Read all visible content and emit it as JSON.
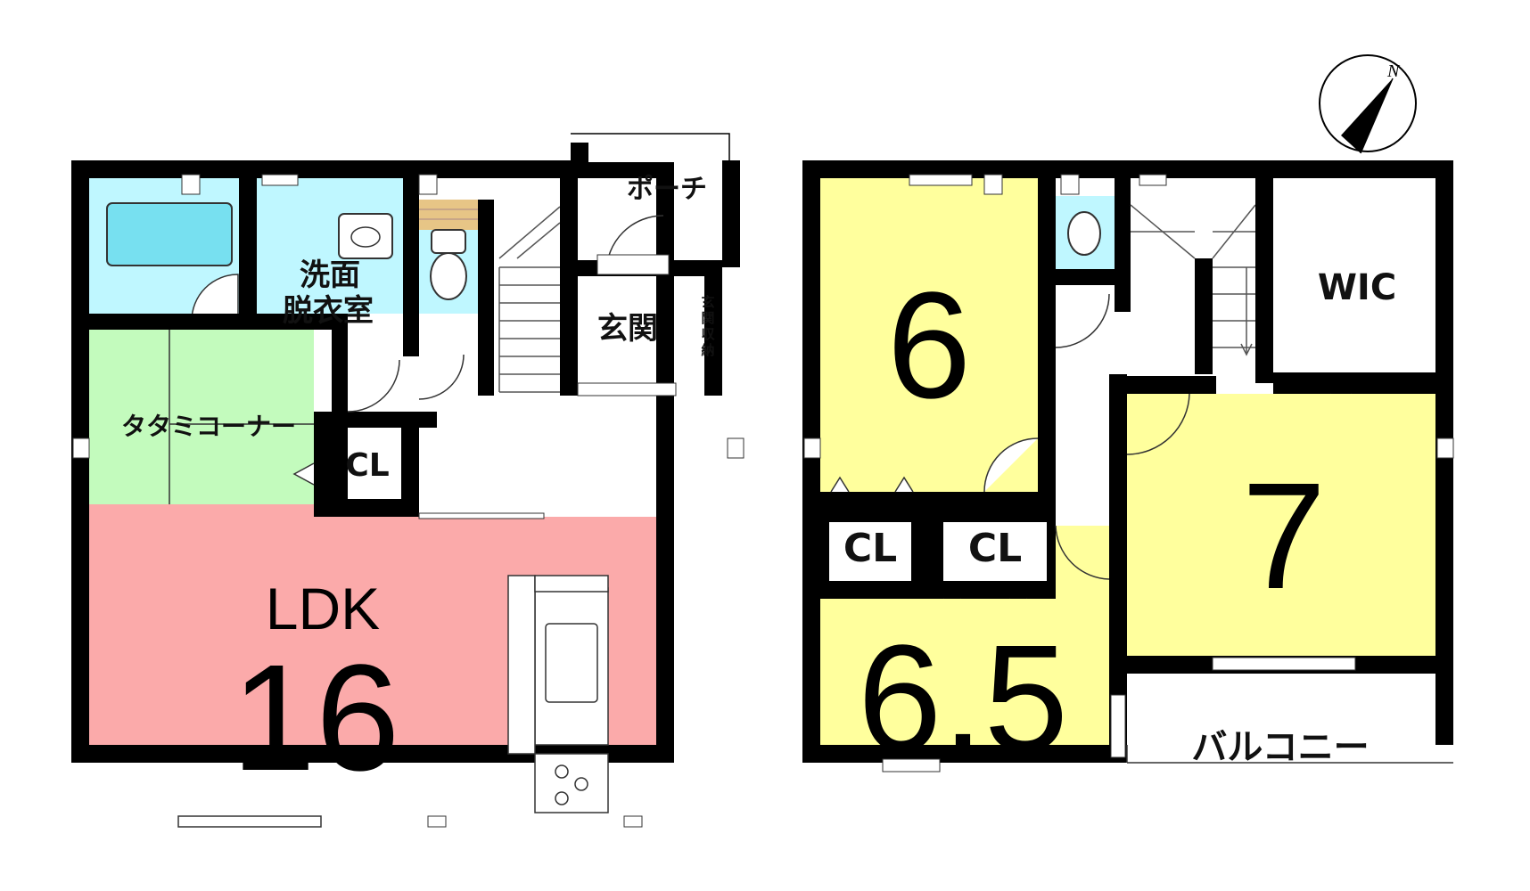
{
  "floor1": {
    "porch": "ポーチ",
    "genkan": "玄関",
    "genkan_storage": [
      "玄",
      "関",
      "収",
      "納"
    ],
    "washroom_line1": "洗面",
    "washroom_line2": "脱衣室",
    "tatami": "タタミコーナー",
    "closet": "CL",
    "ldk_label": "LDK",
    "ldk_size": "16"
  },
  "floor2": {
    "room_a": "6",
    "room_b": "6.5",
    "room_c": "7",
    "closet_1": "CL",
    "closet_2": "CL",
    "wic": "WIC",
    "balcony": "バルコニー"
  },
  "compass": {
    "north": "N"
  },
  "colors": {
    "wall": "#000000",
    "wet_area": "#bff7ff",
    "tatami": "#c3fbbd",
    "ldk": "#fbaaaa",
    "bedroom": "#ffff9d",
    "bath": "#77e0f0",
    "step": "#e7c586"
  }
}
